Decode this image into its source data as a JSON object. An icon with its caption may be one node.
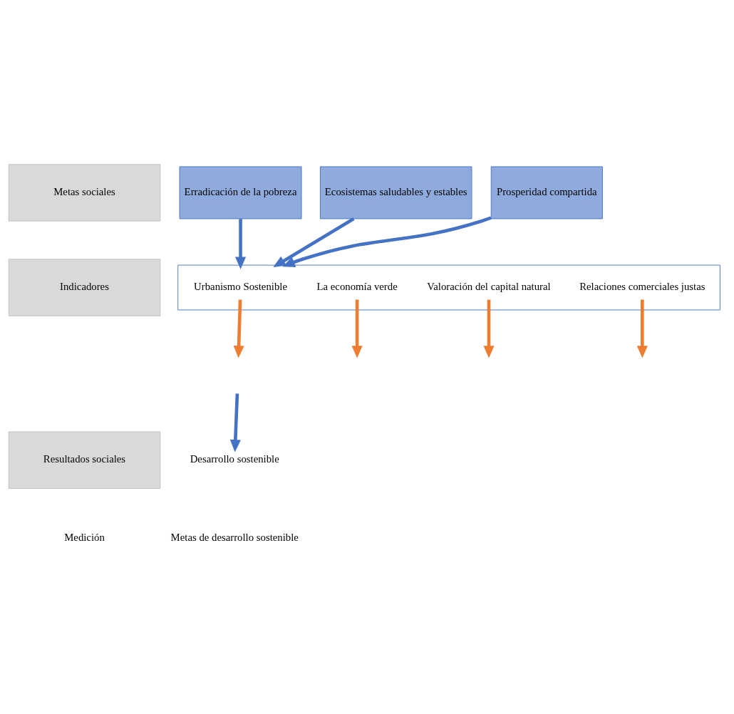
{
  "diagram": {
    "nodes": [
      {
        "text": [
          "Metas sociales"
        ]
      },
      {
        "text": [
          "Erradicación de la pobreza"
        ]
      },
      {
        "text": [
          "Ecosistemas saludables y estables"
        ]
      },
      {
        "text": [
          "Prosperidad compartida"
        ]
      },
      {
        "text": [
          "Indicadores"
        ]
      },
      {
        "text": [],
        "shape": "box"
      },
      {
        "text": [
          "Urbanismo Sostenible"
        ],
        "in": 5
      },
      {
        "text": [
          "La economía verde"
        ],
        "in": 5
      },
      {
        "text": [
          "Valoración del capital natural"
        ],
        "in": 5
      },
      {
        "text": [
          "Relaciones comerciales justas"
        ],
        "in": 5
      },
      {
        "text": [
          "Resultados sociales"
        ]
      },
      {
        "text": [
          "Desarrollo sostenible"
        ]
      }
    ],
    "edges": [
      {
        "from": 1,
        "to": 5,
        "arrow": "to",
        "color": "#4472c4"
      },
      {
        "from": 2,
        "to": 5,
        "arrow": "to",
        "color": "#4472c4"
      },
      {
        "from": 3,
        "to": 5,
        "arrow": "to",
        "color": "#4472c4"
      },
      {
        "from": 6,
        "to": null,
        "arrow": "to",
        "color": "#ed7d31"
      },
      {
        "from": 7,
        "to": null,
        "arrow": "to",
        "color": "#ed7d31"
      },
      {
        "from": 8,
        "to": null,
        "arrow": "to",
        "color": "#ed7d31"
      },
      {
        "from": 9,
        "to": null,
        "arrow": "to",
        "color": "#ed7d31"
      },
      {
        "from": null,
        "to": 11,
        "arrow": "to",
        "color": "#4472c4"
      }
    ],
    "labels": [
      "Medición",
      "Metas de desarrollo sostenible"
    ]
  }
}
